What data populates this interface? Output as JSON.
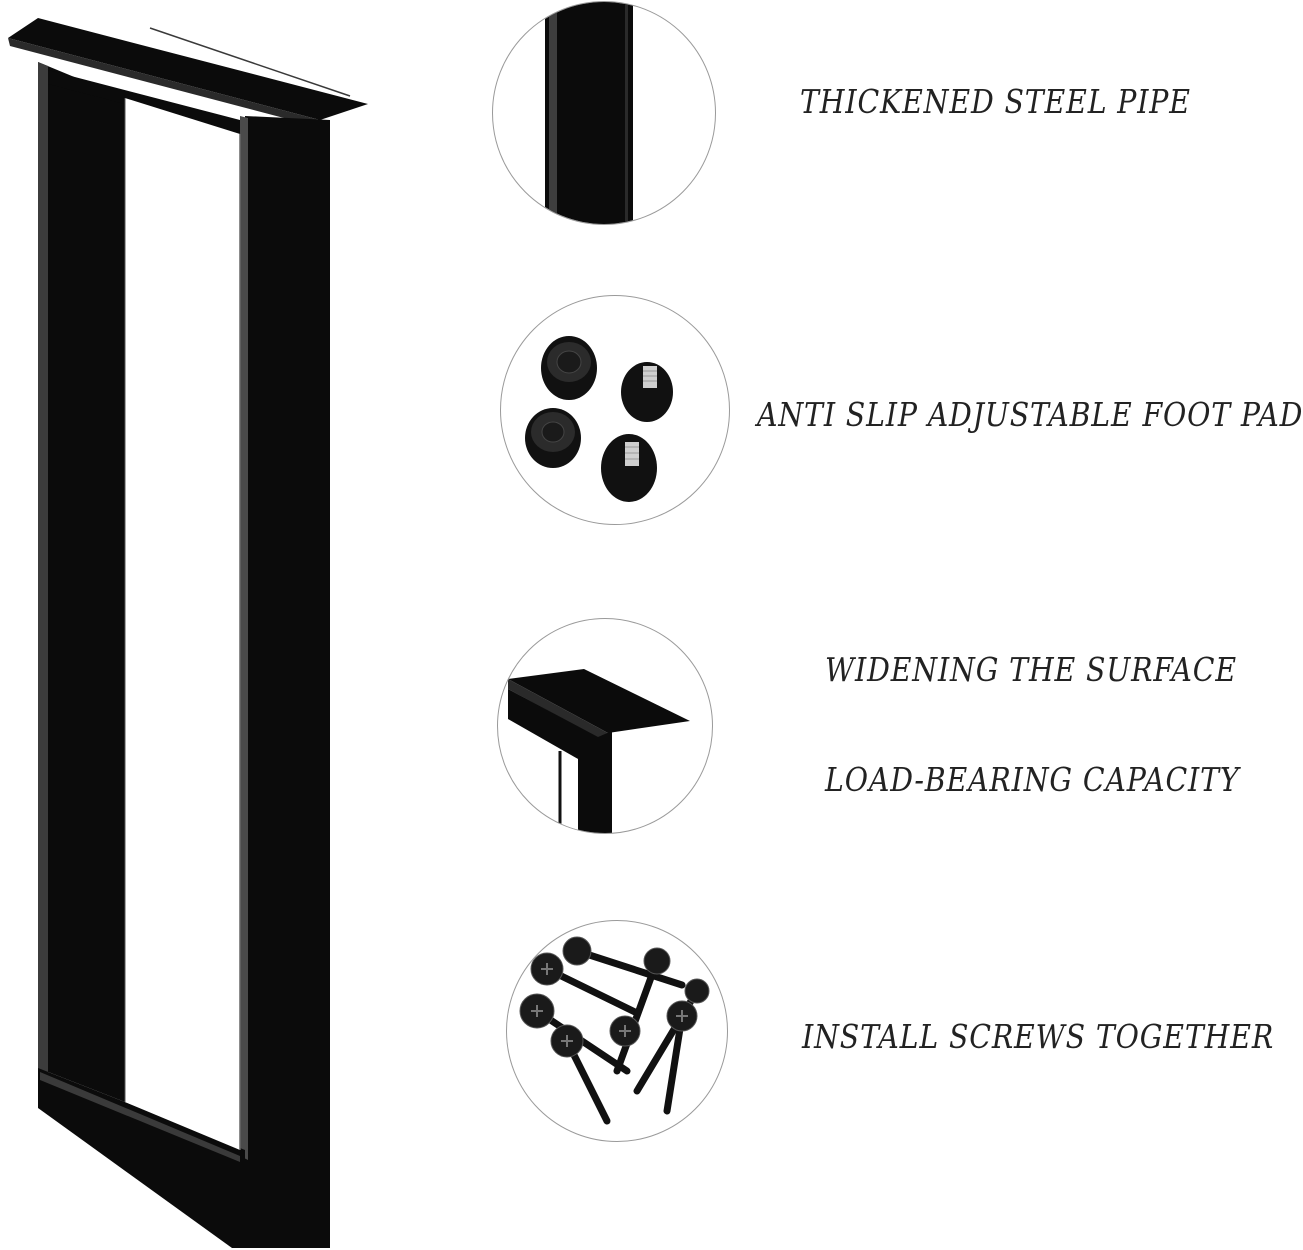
{
  "features": [
    {
      "id": "pipe",
      "label": "THICKENED STEEL PIPE",
      "icon": "steel-pipe-closeup"
    },
    {
      "id": "foot",
      "label": "ANTI SLIP ADJUSTABLE FOOT PAD",
      "icon": "foot-pad-closeup"
    },
    {
      "id": "surface",
      "label_1": "WIDENING THE SURFACE",
      "label_2": "LOAD-BEARING CAPACITY",
      "icon": "top-rail-closeup"
    },
    {
      "id": "screws",
      "label": "INSTALL SCREWS TOGETHER",
      "icon": "screws-closeup"
    }
  ],
  "colors": {
    "steel": "#0b0b0b",
    "steel_edge": "#4a4a4a",
    "background": "#ffffff",
    "text": "#222222"
  }
}
